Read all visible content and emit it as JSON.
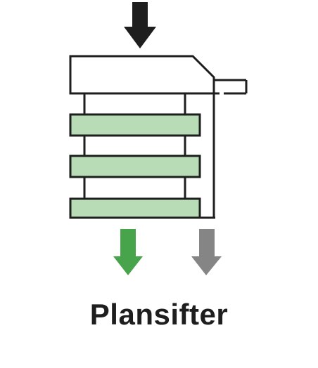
{
  "title": "Plansifter",
  "colors": {
    "outline": "#1e1e1e",
    "sieve_fill": "#b7dcb6",
    "product_arrow": "#47a44b",
    "reject_arrow": "#858585",
    "background": "#ffffff"
  },
  "icons": {
    "inlet": "arrow-down",
    "product_outlet": "arrow-down",
    "reject_outlet": "arrow-down"
  }
}
